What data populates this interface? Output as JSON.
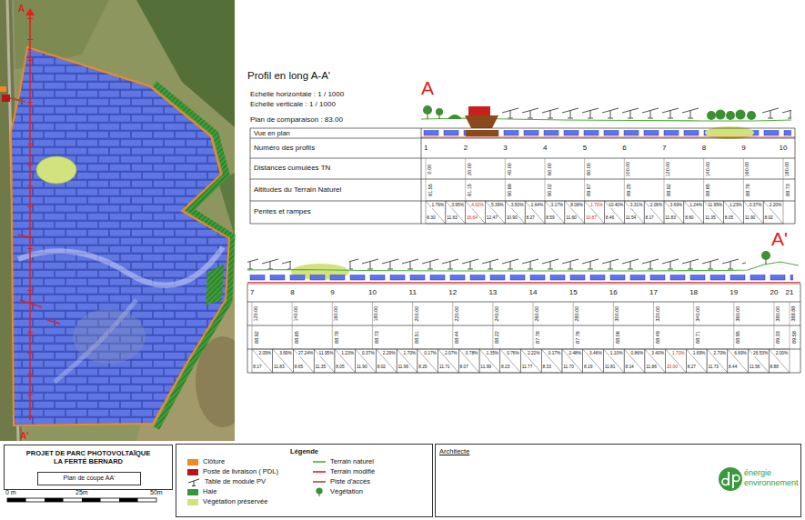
{
  "diagram": {
    "title": "Profil en long A-A'",
    "nodes": [
      {
        "text": [
          "PROJET DE PARC PHOTOVOLTAÏQUE",
          "LA FERTÉ BERNARD"
        ]
      },
      {
        "text": [
          "Plan de coupe AA'"
        ],
        "in": 0
      },
      {
        "text": [
          "Légende"
        ]
      },
      {
        "text": [
          "Architecte"
        ]
      }
    ],
    "labels": [
      "A",
      "A'",
      "Echelle horizontale : 1 / 1000",
      "Echelle verticale : 1 / 1000",
      "Plan de comparaison : 83.00",
      "A",
      "A'",
      "Vue en plan",
      "Numéro des profils",
      "Distances cumulées TN",
      "Altitudes du Terrain Naturel",
      "Pentes et rampes",
      "1",
      "2",
      "3",
      "4",
      "5",
      "6",
      "7",
      "8",
      "9",
      "10",
      "0.00",
      "20.00",
      "40.00",
      "60.00",
      "80.00",
      "100.00",
      "120.00",
      "140.00",
      "160.00",
      "180.00",
      "91.55",
      "91.15",
      "90.69",
      "90.02",
      "89.67",
      "89.25",
      "88.92",
      "88.65",
      "88.78",
      "88.73",
      "1.76%",
      "8.30",
      "3.95%",
      "11.63",
      "4.02%",
      "16.64",
      "5.39%",
      "12.47",
      "3.50%",
      "10.90",
      "2.64%",
      "8.27",
      "3.17%",
      "8.59",
      "8.08%",
      "11.60",
      "1.70%",
      "10.87",
      "10.40%",
      "8.46",
      "3.31%",
      "11.54",
      "2.06%",
      "8.17",
      "3.69%",
      "11.83",
      "1.24%",
      "8.60",
      "11.95%",
      "11.35",
      "1.23%",
      "8.05",
      "0.37%",
      "11.90",
      "2.20%",
      "8.02",
      "7",
      "8",
      "9",
      "10",
      "11",
      "12",
      "13",
      "14",
      "15",
      "16",
      "17",
      "18",
      "19",
      "20",
      "21",
      "120.00",
      "140.00",
      "160.00",
      "180.00",
      "200.00",
      "220.00",
      "240.00",
      "260.00",
      "280.00",
      "300.00",
      "320.00",
      "340.00",
      "360.00",
      "380.00",
      "388.88",
      "88.92",
      "88.65",
      "88.78",
      "88.73",
      "88.51",
      "88.44",
      "88.22",
      "87.78",
      "87.76",
      "88.06",
      "88.49",
      "88.71",
      "88.95",
      "89.33",
      "89.58",
      "2.09%",
      "8.17",
      "3.69%",
      "11.83",
      "27.24%",
      "8.65",
      "11.95%",
      "11.35",
      "1.23%",
      "8.05",
      "0.37%",
      "11.90",
      "2.29%",
      "8.02",
      "1.70%",
      "11.96",
      "0.17%",
      "8.29",
      "2.07%",
      "11.71",
      "0.78%",
      "8.07",
      "1.35%",
      "11.99",
      "0.76%",
      "8.23",
      "2.22%",
      "11.77",
      "0.17%",
      "8.33",
      "2.48%",
      "11.70",
      "3.46%",
      "8.19",
      "1.10%",
      "11.81",
      "0.86%",
      "8.14",
      "3.40%",
      "11.86",
      "1.70%",
      "20.00",
      "1.69%",
      "8.27",
      "2.70%",
      "11.73",
      "6.69%",
      "8.44",
      "26.53%",
      "11.56",
      "2.00%",
      "8.88",
      "0 m",
      "25m",
      "50m",
      "énergie",
      "environnement"
    ],
    "legend": [
      {
        "text": "Clôture",
        "color": "#f08a1c"
      },
      {
        "text": "Poste de livraison ( PDL)",
        "color": "#b3161b"
      },
      {
        "text": "Table de module PV"
      },
      {
        "text": "Haie",
        "color": "#2f9a3a"
      },
      {
        "text": "Végétation préservée",
        "color": "#d2e27c"
      },
      {
        "text": "Terrain naturel"
      },
      {
        "text": "Terrain modifié"
      },
      {
        "text": "Piste d'accès"
      },
      {
        "text": "Végétation"
      }
    ]
  }
}
